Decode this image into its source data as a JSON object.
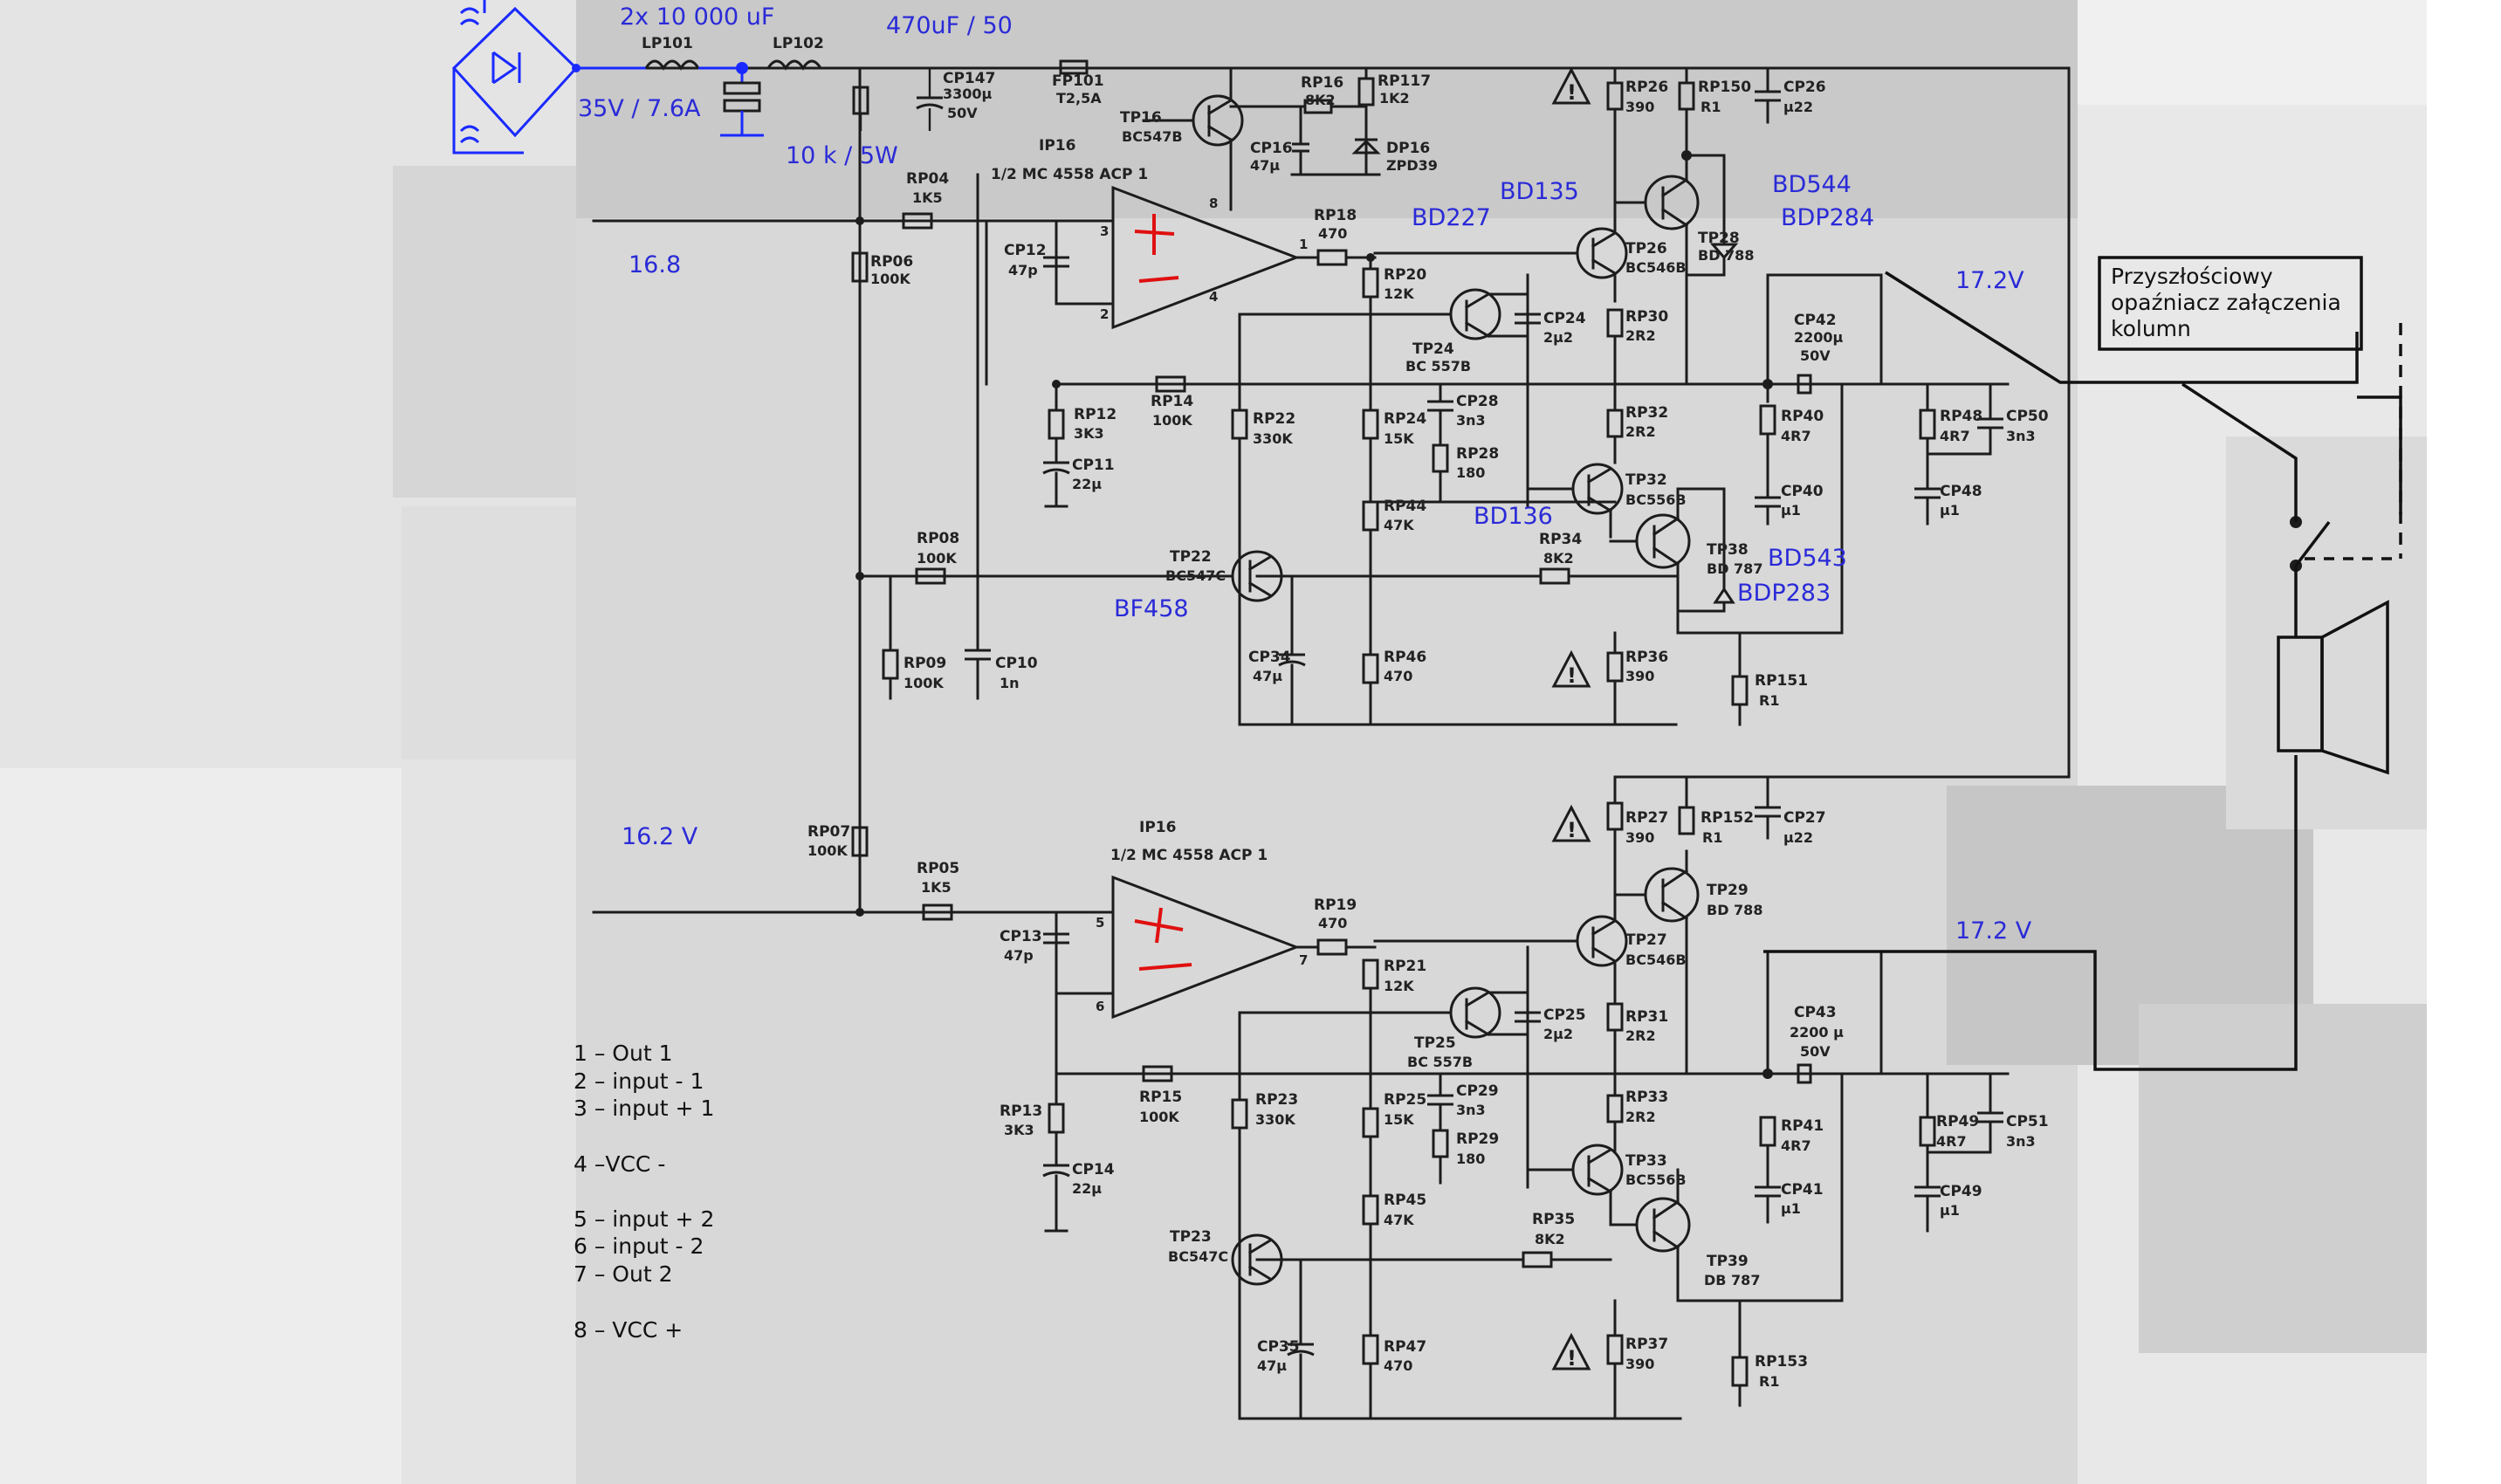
{
  "annotations": {
    "caps_main": "2x 10 000 uF",
    "fuse_cap": "470uF / 50",
    "transformer_rating": "35V / 7.6A",
    "bleeder": "10 k / 5W",
    "v_in1": "16.8",
    "v_in2": "16.2 V",
    "v_out1": "17.2V",
    "v_out2": "17.2 V",
    "tr_bd135": "BD135",
    "tr_bd227": "BD227",
    "tr_bd544": "BD544",
    "tr_bdp284": "BDP284",
    "tr_bd136": "BD136",
    "tr_bd543": "BD543",
    "tr_bdp283": "BDP283",
    "tr_bf458": "BF458",
    "delay_note": [
      "Przyszłościowy",
      "opaźniacz załączenia",
      "kolumn"
    ]
  },
  "pinout": [
    "1 – Out   1",
    "2 –  input  - 1",
    "3 –  input + 1",
    "4 –VCC -",
    "5 – input + 2",
    "6 – input  - 2",
    "7 – Out   2",
    "8 – VCC +"
  ],
  "refs_top": {
    "lp101": "LP101",
    "lp102": "LP102",
    "cp147": "CP147",
    "cp147_v": "3300µ",
    "cp147_v2": "50V",
    "fp101": "FP101",
    "fp101_v": "T2,5A",
    "tp16": "TP16",
    "tp16_v": "BC547B",
    "rp16": "RP16",
    "rp16_v": "8K2",
    "rp117": "RP117",
    "rp117_v": "1K2",
    "cp16": "CP16",
    "cp16_v": "47µ",
    "dp16": "DP16",
    "dp16_v": "ZPD39",
    "rp26": "RP26",
    "rp26_v": "390",
    "rp150": "RP150",
    "rp150_v": "R1",
    "cp26": "CP26",
    "cp26_v": "µ22",
    "ip16": "IP16",
    "ic_label": "1/2 MC 4558 ACP 1",
    "rp04": "RP04",
    "rp04_v": "1K5",
    "rp06": "RP06",
    "rp06_v": "100K",
    "cp12": "CP12",
    "cp12_v": "47p",
    "rp18": "RP18",
    "rp18_v": "470",
    "rp20": "RP20",
    "rp20_v": "12K",
    "tp28": "TP28",
    "tp28_v": "BD 788",
    "tp26": "TP26",
    "tp26_v": "BC546B",
    "cp24": "CP24",
    "cp24_v": "2µ2",
    "tp24": "TP24",
    "tp24_v": "BC 557B",
    "rp30": "RP30",
    "rp30_v": "2R2",
    "cp42": "CP42",
    "cp42_v": "2200µ",
    "cp42_v2": "50V",
    "rp12": "RP12",
    "rp12_v": "3K3",
    "rp14": "RP14",
    "rp14_v": "100K",
    "rp22": "RP22",
    "rp22_v": "330K",
    "rp24": "RP24",
    "rp24_v": "15K",
    "cp28": "CP28",
    "cp28_v": "3n3",
    "rp28": "RP28",
    "rp28_v": "180",
    "rp32": "RP32",
    "rp32_v": "2R2",
    "rp40": "RP40",
    "rp40_v": "4R7",
    "rp48": "RP48",
    "rp48_v": "4R7",
    "cp50": "CP50",
    "cp50_v": "3n3",
    "cp11": "CP11",
    "cp11_v": "22µ",
    "rp44": "RP44",
    "rp44_v": "47K",
    "tp32": "TP32",
    "tp32_v": "BC556B",
    "cp40": "CP40",
    "cp40_v": "µ1",
    "cp48": "CP48",
    "cp48_v": "µ1",
    "rp08": "RP08",
    "rp08_v": "100K",
    "tp22": "TP22",
    "tp22_v": "BC547C",
    "rp34": "RP34",
    "rp34_v": "8K2",
    "tp38": "TP38",
    "tp38_v": "BD 787",
    "rp09": "RP09",
    "rp09_v": "100K",
    "cp10": "CP10",
    "cp10_v": "1n",
    "cp34": "CP34",
    "cp34_v": "47µ",
    "rp46": "RP46",
    "rp46_v": "470",
    "rp36": "RP36",
    "rp36_v": "390",
    "rp151": "RP151",
    "rp151_v": "R1"
  },
  "refs_bottom": {
    "rp27": "RP27",
    "rp27_v": "390",
    "rp152": "RP152",
    "rp152_v": "R1",
    "cp27": "CP27",
    "cp27_v": "µ22",
    "ip16": "IP16",
    "ic_label": "1/2 MC 4558 ACP 1",
    "rp07": "RP07",
    "rp07_v": "100K",
    "rp05": "RP05",
    "rp05_v": "1K5",
    "cp13": "CP13",
    "cp13_v": "47p",
    "rp19": "RP19",
    "rp19_v": "470",
    "rp21": "RP21",
    "rp21_v": "12K",
    "tp29": "TP29",
    "tp29_v": "BD 788",
    "tp27": "TP27",
    "tp27_v": "BC546B",
    "cp25": "CP25",
    "cp25_v": "2µ2",
    "tp25": "TP25",
    "tp25_v": "BC 557B",
    "rp31": "RP31",
    "rp31_v": "2R2",
    "cp43": "CP43",
    "cp43_v": "2200 µ",
    "cp43_v2": "50V",
    "rp13": "RP13",
    "rp13_v": "3K3",
    "rp15": "RP15",
    "rp15_v": "100K",
    "rp23": "RP23",
    "rp23_v": "330K",
    "rp25": "RP25",
    "rp25_v": "15K",
    "cp29": "CP29",
    "cp29_v": "3n3",
    "rp29": "RP29",
    "rp29_v": "180",
    "rp33": "RP33",
    "rp33_v": "2R2",
    "rp41": "RP41",
    "rp41_v": "4R7",
    "rp49": "RP49",
    "rp49_v": "4R7",
    "cp51": "CP51",
    "cp51_v": "3n3",
    "cp14": "CP14",
    "cp14_v": "22µ",
    "rp45": "RP45",
    "rp45_v": "47K",
    "tp33": "TP33",
    "tp33_v": "BC556B",
    "cp41": "CP41",
    "cp41_v": "µ1",
    "cp49": "CP49",
    "cp49_v": "µ1",
    "tp23": "TP23",
    "tp23_v": "BC547C",
    "rp35": "RP35",
    "rp35_v": "8K2",
    "tp39": "TP39",
    "tp39_v": "DB 787",
    "cp35": "CP35",
    "cp35_v": "47µ",
    "rp47": "RP47",
    "rp47_v": "470",
    "rp37": "RP37",
    "rp37_v": "390",
    "rp153": "RP153",
    "rp153_v": "R1"
  },
  "pins": {
    "p1": "1",
    "p2": "2",
    "p3": "3",
    "p4": "4",
    "p5": "5",
    "p6": "6",
    "p7": "7",
    "p8": "8"
  },
  "warning_glyph": "!"
}
